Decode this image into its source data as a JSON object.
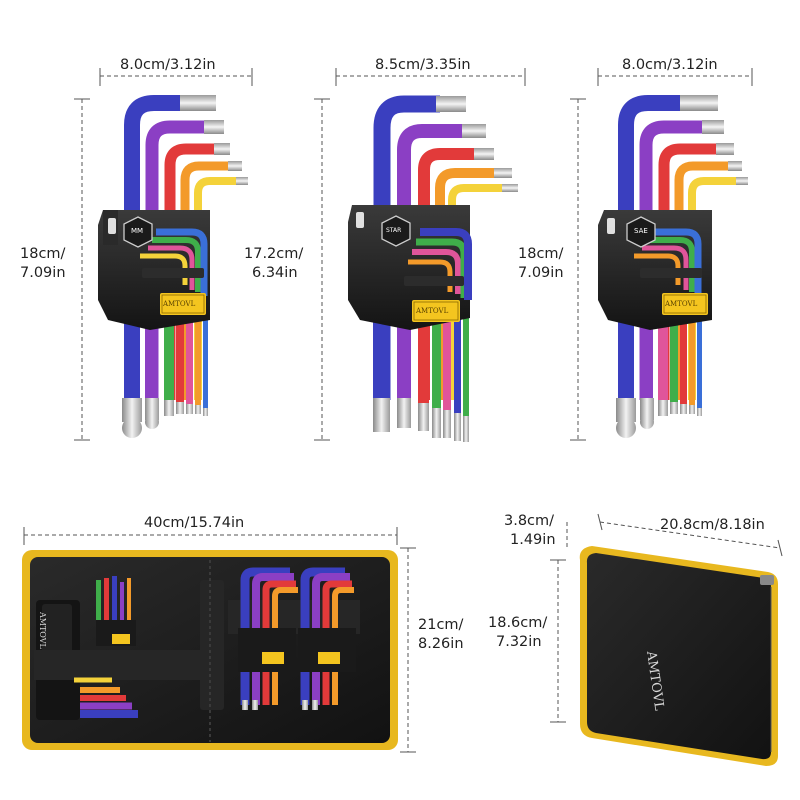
{
  "labels": {
    "set1_width": "8.0cm/3.12in",
    "set2_width": "8.5cm/3.35in",
    "set3_width": "8.0cm/3.12in",
    "set1_height_line1": "18cm/",
    "set1_height_line2": "7.09in",
    "set2_height_line1": "17.2cm/",
    "set2_height_line2": "6.34in",
    "set3_height_line1": "18cm/",
    "set3_height_line2": "7.09in",
    "case_open_width": "40cm/15.74in",
    "case_open_height_line1": "21cm/",
    "case_open_height_line2": "8.26in",
    "case_depth_line1": "3.8cm/",
    "case_depth_line2": "1.49in",
    "case_closed_width": "20.8cm/8.18in",
    "case_closed_height_line1": "18.6cm/",
    "case_closed_height_line2": "7.32in"
  },
  "brand": "AMTOVL",
  "holder_badges": {
    "set1": "MM",
    "set2": "STAR",
    "set3": "SAE"
  },
  "key_colors": [
    "#3a3fbf",
    "#8b3fc4",
    "#e23a3a",
    "#f39a2a",
    "#f4d23a",
    "#3fae4a",
    "#e0559a",
    "#3a6fd8"
  ],
  "case_colors": {
    "fabric": "#1d1d1d",
    "trim": "#e8b81f"
  }
}
